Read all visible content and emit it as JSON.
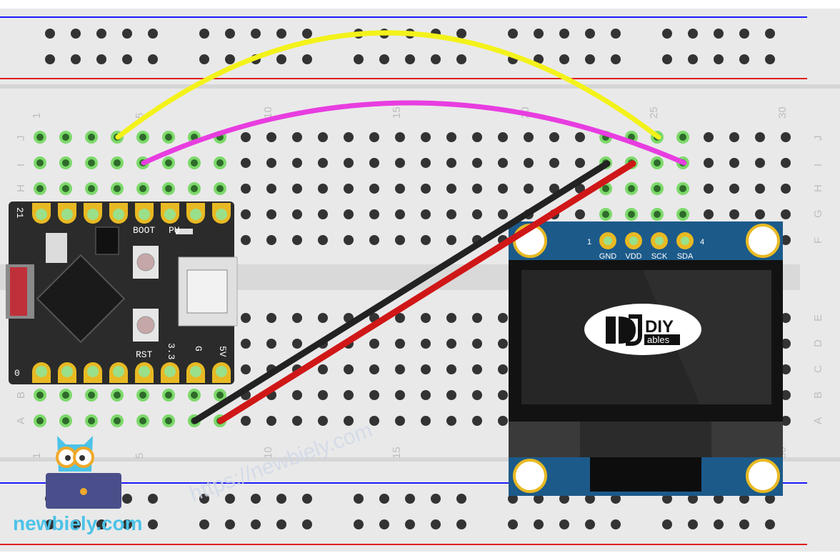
{
  "breadboard": {
    "columns": 30,
    "column_labels": [
      "1",
      "5",
      "10",
      "15",
      "20",
      "25",
      "30"
    ],
    "top_rows": [
      "J",
      "I",
      "H",
      "G",
      "F"
    ],
    "bottom_rows": [
      "E",
      "D",
      "C",
      "B",
      "A"
    ],
    "colors": {
      "board": "#e9e9e9",
      "hole": "#333333",
      "active_hole": "#7cd96a",
      "rail_blue": "#1a1aff",
      "rail_red": "#e01f1f"
    }
  },
  "esp32_board": {
    "top_pin_label": "21",
    "bottom_pin_label": "0",
    "boot_label": "BOOT",
    "pu_label": "PU",
    "rst_label": "RST",
    "v33_label": "3.3",
    "g_label": "G",
    "v5_label": "5V",
    "colors": {
      "pcb": "#2b2b2b",
      "pad": "#e8b923"
    }
  },
  "oled": {
    "pin_number_left": "1",
    "pin_number_right": "4",
    "pins": [
      "GND",
      "VDD",
      "SCK",
      "SDA"
    ],
    "logo_text_top": "DIY",
    "logo_text_bottom": "ables",
    "colors": {
      "pcb": "#1c5a8a",
      "screen": "#262626"
    }
  },
  "wires": [
    {
      "name": "yellow",
      "color": "#f3f21a"
    },
    {
      "name": "magenta",
      "color": "#e83de0"
    },
    {
      "name": "black",
      "color": "#222222"
    },
    {
      "name": "red",
      "color": "#d01717"
    }
  ],
  "watermarks": {
    "brand": "newbiely.com",
    "url": "https://newbiely.com"
  }
}
